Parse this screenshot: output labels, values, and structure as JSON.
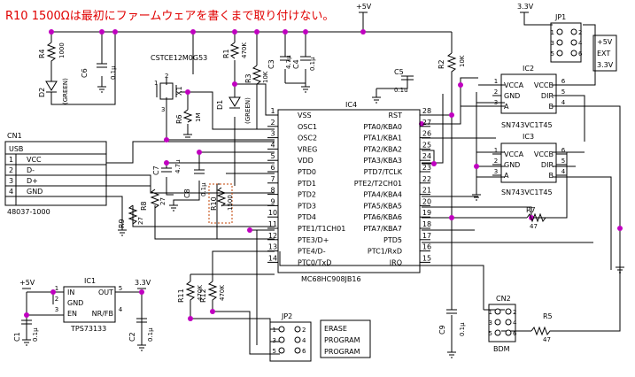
{
  "warning": "R10 1500Ωは最初にファームウェアを書くまで取り付けない。",
  "supply": {
    "plus5v": "+5V",
    "v33": "3.3V",
    "v33_small": "3.3V"
  },
  "ic4": {
    "ref": "IC4",
    "part": "MC68HC908JB16",
    "left_pins": [
      {
        "num": "1",
        "name": "VSS"
      },
      {
        "num": "2",
        "name": "OSC1"
      },
      {
        "num": "3",
        "name": "OSC2"
      },
      {
        "num": "4",
        "name": "VREG"
      },
      {
        "num": "5",
        "name": "VDD"
      },
      {
        "num": "6",
        "name": "PTD0"
      },
      {
        "num": "7",
        "name": "PTD1"
      },
      {
        "num": "8",
        "name": "PTD2"
      },
      {
        "num": "9",
        "name": "PTD3"
      },
      {
        "num": "10",
        "name": "PTD4"
      },
      {
        "num": "11",
        "name": "PTE1/T1CH01"
      },
      {
        "num": "12",
        "name": "PTE3/D+"
      },
      {
        "num": "13",
        "name": "PTE4/D-"
      },
      {
        "num": "14",
        "name": "PTC0/TxD"
      }
    ],
    "right_pins": [
      {
        "num": "28",
        "name": "RST"
      },
      {
        "num": "27",
        "name": "PTA0/KBA0"
      },
      {
        "num": "26",
        "name": "PTA1/KBA1"
      },
      {
        "num": "25",
        "name": "PTA2/KBA2"
      },
      {
        "num": "24",
        "name": "PTA3/KBA3"
      },
      {
        "num": "23",
        "name": "PTD7/TCLK"
      },
      {
        "num": "22",
        "name": "PTE2/T2CH01"
      },
      {
        "num": "21",
        "name": "PTA4/KBA4"
      },
      {
        "num": "20",
        "name": "PTA5/KBA5"
      },
      {
        "num": "19",
        "name": "PTA6/KBA6"
      },
      {
        "num": "18",
        "name": "PTA7/KBA7"
      },
      {
        "num": "17",
        "name": "PTD5"
      },
      {
        "num": "16",
        "name": "PTC1/RxD"
      },
      {
        "num": "15",
        "name": "IRQ"
      }
    ]
  },
  "ic2": {
    "ref": "IC2",
    "part": "SN743VC1T45",
    "left": [
      {
        "num": "1",
        "name": "VCCA"
      },
      {
        "num": "2",
        "name": "GND"
      },
      {
        "num": "3",
        "name": "A"
      }
    ],
    "right": [
      {
        "num": "6",
        "name": "VCCB"
      },
      {
        "num": "5",
        "name": "DIR"
      },
      {
        "num": "4",
        "name": "B"
      }
    ]
  },
  "ic3": {
    "ref": "IC3",
    "part": "SN743VC1T45",
    "left": [
      {
        "num": "1",
        "name": "VCCA"
      },
      {
        "num": "2",
        "name": "GND"
      },
      {
        "num": "3",
        "name": "A"
      }
    ],
    "right": [
      {
        "num": "6",
        "name": "VCCB"
      },
      {
        "num": "5",
        "name": "DIR"
      },
      {
        "num": "4",
        "name": "B"
      }
    ]
  },
  "ic1": {
    "ref": "IC1",
    "part": "TPS73133",
    "left": [
      {
        "num": "1",
        "name": "IN"
      },
      {
        "num": "2",
        "name": "GND"
      },
      {
        "num": "3",
        "name": "EN"
      }
    ],
    "right": [
      {
        "num": "5",
        "name": "OUT"
      },
      {
        "num": "4",
        "name": "NR/FB"
      }
    ]
  },
  "cn1": {
    "ref": "CN1",
    "type": "USB",
    "part": "48037-1000",
    "pins": [
      {
        "num": "1",
        "name": "VCC"
      },
      {
        "num": "2",
        "name": "D-"
      },
      {
        "num": "3",
        "name": "D+"
      },
      {
        "num": "4",
        "name": "GND"
      }
    ]
  },
  "cn2": {
    "ref": "CN2",
    "label": "BDM",
    "pins": [
      "1",
      "2",
      "3",
      "4",
      "5",
      "6"
    ]
  },
  "jp1": {
    "ref": "JP1",
    "pins": [
      "1",
      "2",
      "3",
      "4",
      "5",
      "6"
    ],
    "labels": [
      "+5V",
      "EXT",
      "3.3V"
    ]
  },
  "jp2": {
    "ref": "JP2",
    "pins": [
      "1",
      "2",
      "3",
      "4",
      "5",
      "6"
    ],
    "labels": [
      "ERASE",
      "PROGRAM",
      "PROGRAM"
    ]
  },
  "resistors": {
    "r1": {
      "ref": "R1",
      "value": "470K"
    },
    "r2": {
      "ref": "R2",
      "value": "10K"
    },
    "r3": {
      "ref": "R3",
      "value": "10K"
    },
    "r4": {
      "ref": "R4",
      "value": "1000"
    },
    "r5": {
      "ref": "R5",
      "value": "47"
    },
    "r6": {
      "ref": "R6",
      "value": "1M"
    },
    "r7": {
      "ref": "R7",
      "value": "47"
    },
    "r8": {
      "ref": "R8",
      "value": "27"
    },
    "r9": {
      "ref": "R9",
      "value": "27"
    },
    "r10": {
      "ref": "R10",
      "value": "1500"
    },
    "r11": {
      "ref": "R11",
      "value": "470K"
    },
    "r12": {
      "ref": "R12",
      "value": "470K"
    }
  },
  "capacitors": {
    "c1": {
      "ref": "C1",
      "value": "0.1μ"
    },
    "c2": {
      "ref": "C2",
      "value": "0.1μ"
    },
    "c3": {
      "ref": "C3",
      "value": "4.7μ"
    },
    "c4": {
      "ref": "C4",
      "value": "0.1μ"
    },
    "c5": {
      "ref": "C5",
      "value": "0.1u"
    },
    "c6": {
      "ref": "C6",
      "value": "0.1μ"
    },
    "c7": {
      "ref": "C7",
      "value": "4.7μ"
    },
    "c8": {
      "ref": "C8",
      "value": "0.1μ"
    },
    "c9": {
      "ref": "C9",
      "value": "0.1μ"
    }
  },
  "leds": {
    "d1": {
      "ref": "D1",
      "color": "(GREEN)"
    },
    "d2": {
      "ref": "D2",
      "color": "(GREEN)"
    }
  },
  "crystal": {
    "ref": "X1",
    "part": "CSTCE12M0G53",
    "pins": [
      "1",
      "2",
      "3"
    ]
  }
}
